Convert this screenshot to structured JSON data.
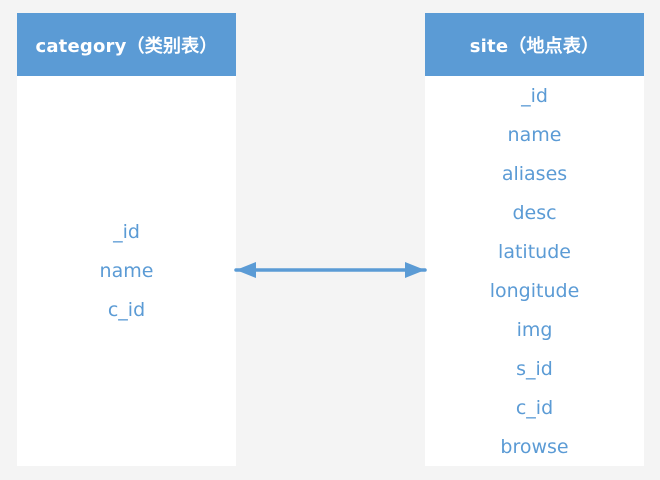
{
  "tables": [
    {
      "title": "category（类别表）",
      "fields": [
        "_id",
        "name",
        "c_id"
      ]
    },
    {
      "title": "site（地点表）",
      "fields": [
        "_id",
        "name",
        "aliases",
        "desc",
        "latitude",
        "longitude",
        "img",
        "s_id",
        "c_id",
        "browse"
      ]
    }
  ],
  "colors": {
    "background": "#f4f4f4",
    "header": "#5b9bd5",
    "field_text": "#5b9bd5",
    "connector": "#5b9bd5"
  },
  "relation": {
    "type": "bidirectional-arrow",
    "from": "category",
    "to": "site"
  }
}
